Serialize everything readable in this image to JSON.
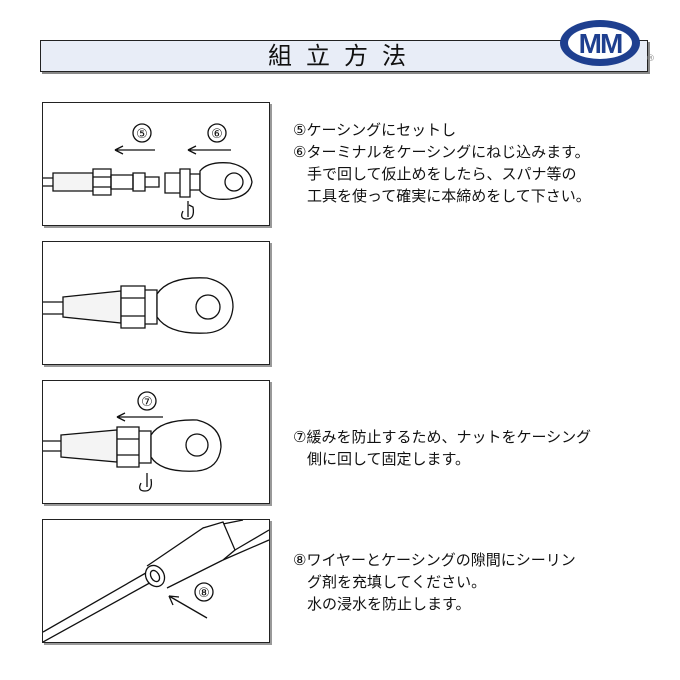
{
  "title": "組立方法",
  "logo": {
    "text": "MM",
    "registered": "®",
    "color": "#1e3f8f"
  },
  "steps": [
    {
      "diagram_labels": [
        "⑤",
        "⑥"
      ],
      "lines": [
        "⑤ケーシングにセットし",
        "⑥ターミナルをケーシングにねじ込みます。",
        "手で回して仮止めをしたら、スパナ等の",
        "工具を使って確実に本締めをして下さい。"
      ]
    },
    {
      "diagram_labels": []
    },
    {
      "diagram_labels": [
        "⑦"
      ],
      "lines": [
        "⑦緩みを防止するため、ナットをケーシング",
        "側に回して固定します。"
      ]
    },
    {
      "diagram_labels": [
        "⑧"
      ],
      "lines": [
        "⑧ワイヤーとケーシングの隙間にシーリン",
        "グ剤を充填してください。",
        "水の浸水を防止します。"
      ]
    }
  ]
}
